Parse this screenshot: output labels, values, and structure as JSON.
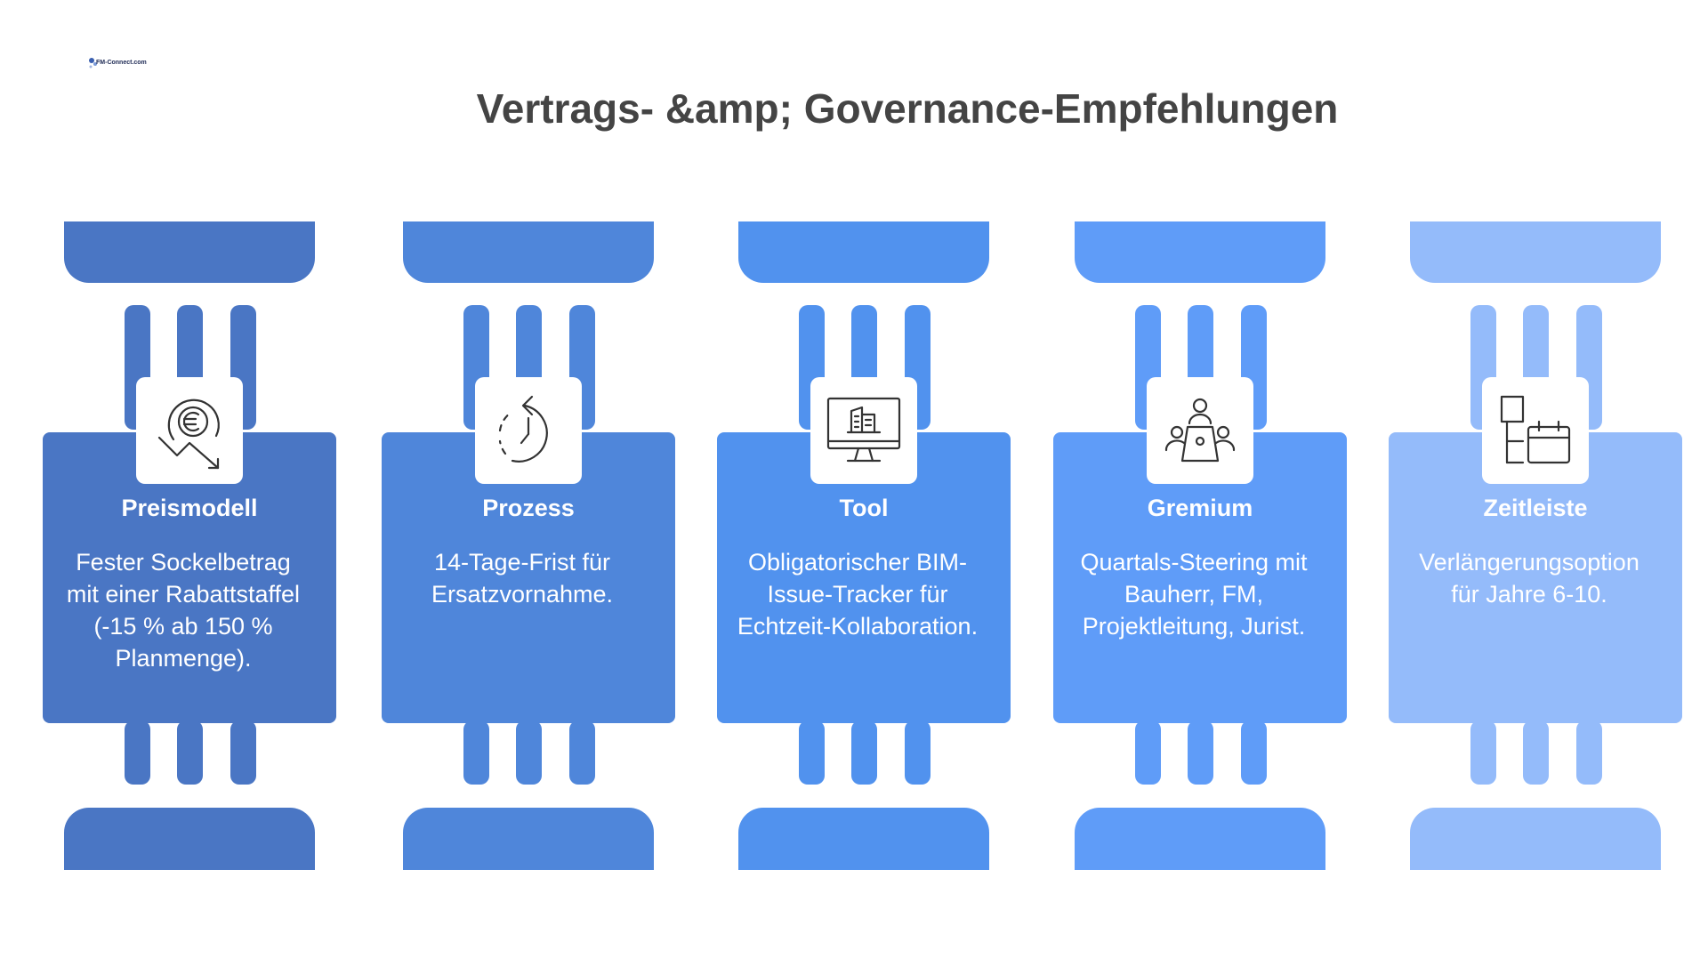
{
  "logo": {
    "text": "FM-Connect.com",
    "icon": "globe-logo-icon"
  },
  "title": "Vertrags- &amp; Governance-Empfehlungen",
  "columns": [
    {
      "heading": "Preismodell",
      "text": "Fester Sockelbetrag mit einer Rabattstaffel (-15 % ab 150 % Planmenge).",
      "icon": "euro-decline-icon",
      "color": "#4a76c4"
    },
    {
      "heading": "Prozess",
      "text": "14-Tage-Frist für Ersatzvornahme.",
      "icon": "clock-cycle-icon",
      "color": "#4f86da"
    },
    {
      "heading": "Tool",
      "text": "Obligatorischer BIM-Issue-Tracker für Echtzeit-Kollaboration.",
      "icon": "monitor-building-icon",
      "color": "#5192ee"
    },
    {
      "heading": "Gremium",
      "text": "Quartals-Steering mit Bauherr, FM, Projektleitung, Jurist.",
      "icon": "meeting-table-icon",
      "color": "#5f9cf8"
    },
    {
      "heading": "Zeitleiste",
      "text": "Verlängerungsoption für Jahre 6-10.",
      "icon": "calendar-timeline-icon",
      "color": "#94bbfa"
    }
  ]
}
